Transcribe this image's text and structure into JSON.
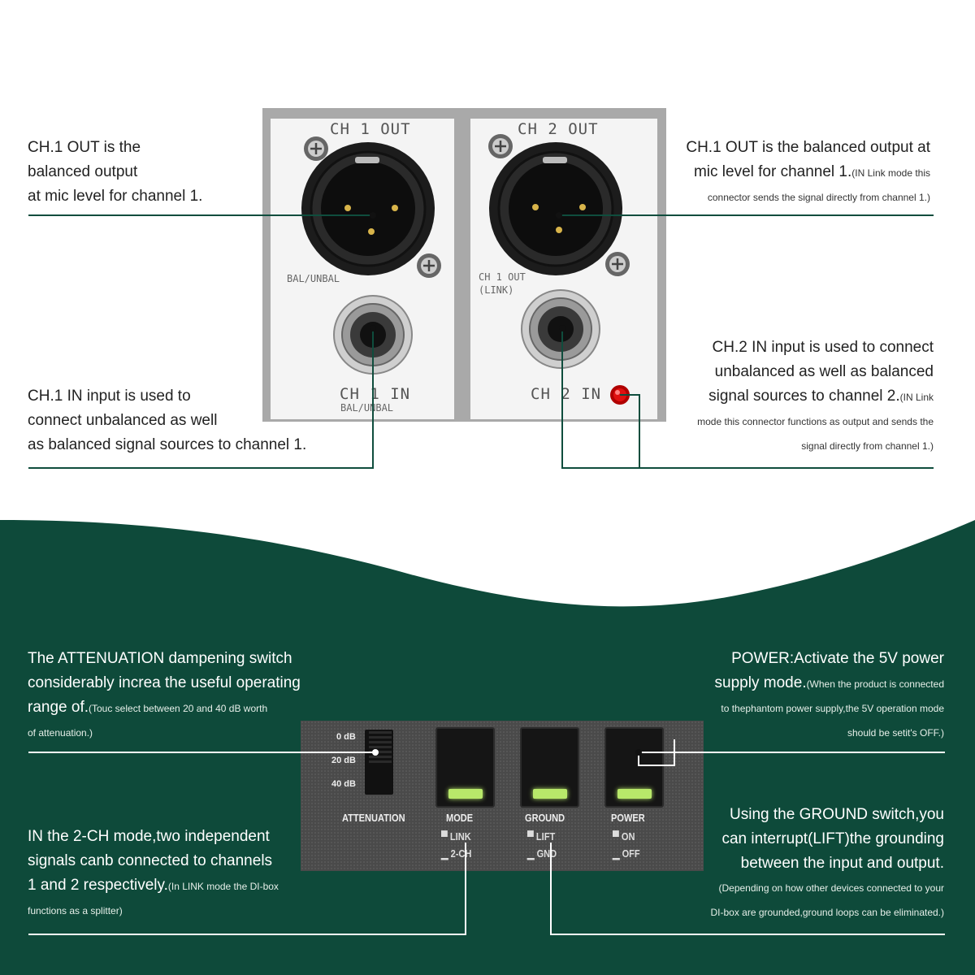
{
  "top": {
    "ch1_out_desc": [
      "CH.1 OUT is the",
      "balanced output",
      "at mic level for channel 1."
    ],
    "ch2_out_desc": [
      "CH.1 OUT is the balanced output at",
      "mic level for channel 1."
    ],
    "ch2_out_note": [
      "(IN Link mode this",
      "connector sends the signal directly from channel 1.)"
    ],
    "ch1_in_desc": [
      "CH.1 IN input is used to",
      "connect unbalanced as well",
      "as balanced signal sources to channel 1."
    ],
    "ch2_in_desc": [
      "CH.2 IN input is used to connect",
      "unbalanced as well as balanced",
      "signal sources to channel 2."
    ],
    "ch2_in_note": [
      "(IN Link",
      "mode this connector functions as output and sends the",
      "signal directly from channel 1.)"
    ]
  },
  "panel": {
    "ch1_out": "CH 1 OUT",
    "ch2_out": "CH 2 OUT",
    "bal_unbal": "BAL/UNBAL",
    "ch1_out_link": [
      "CH 1 OUT",
      "(LINK)"
    ],
    "ch1_in": "CH 1 IN",
    "ch1_in_sub": "BAL/UNBAL",
    "ch2_in": "CH 2 IN"
  },
  "bottom": {
    "attenuation_desc": [
      "The ATTENUATION dampening switch",
      "considerably increa the useful operating",
      "range of."
    ],
    "attenuation_note": [
      "(Touc select between 20 and 40 dB worth",
      "of attenuation.)"
    ],
    "power_desc": [
      "POWER:Activate the 5V power",
      "supply mode."
    ],
    "power_note": [
      "(When the product is connected",
      "to thephantom power supply,the 5V operation mode",
      "should be setit's OFF.)"
    ],
    "mode_desc": [
      "IN the 2-CH mode,two independent",
      "signals canb connected to channels",
      "1 and 2 respectively."
    ],
    "mode_note": [
      "(In LINK mode the DI-box",
      "functions as a splitter)"
    ],
    "ground_desc": [
      "Using the GROUND switch,you",
      "can interrupt(LIFT)the grounding",
      "between the input and output."
    ],
    "ground_note": [
      "(Depending on how other devices connected to your",
      "DI-box are grounded,ground loops can be eliminated.)"
    ]
  },
  "switches": {
    "att_levels": [
      "0 dB",
      "20 dB",
      "40 dB"
    ],
    "attenuation": "ATTENUATION",
    "mode": "MODE",
    "mode_opts": [
      "LINK",
      "2-CH"
    ],
    "ground": "GROUND",
    "ground_opts": [
      "LIFT",
      "GND"
    ],
    "power": "POWER",
    "power_opts": [
      "ON",
      "OFF"
    ]
  },
  "colors": {
    "accent_green": "#0e4a3a",
    "line_green": "#0f4d3d",
    "led_red": "#e01010",
    "switch_led": "#b8e86a"
  }
}
